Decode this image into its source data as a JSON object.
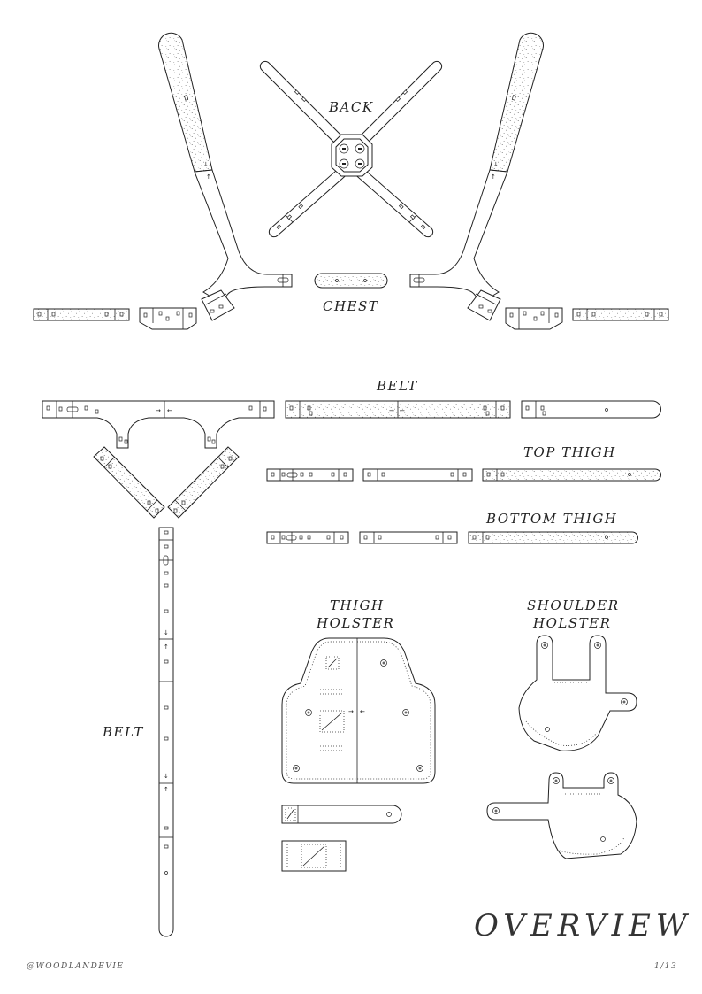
{
  "labels": {
    "back": "BACK",
    "chest": "CHEST",
    "belt_top": "BELT",
    "top_thigh": "TOP THIGH",
    "bottom_thigh": "BOTTOM THIGH",
    "thigh_holster_line1": "THIGH",
    "thigh_holster_line2": "HOLSTER",
    "shoulder_holster_line1": "SHOULDER",
    "shoulder_holster_line2": "HOLSTER",
    "belt_side": "BELT",
    "overview": "OVERVIEW"
  },
  "footer": {
    "credit": "@WOODLANDEVIE",
    "page": "1/13"
  }
}
